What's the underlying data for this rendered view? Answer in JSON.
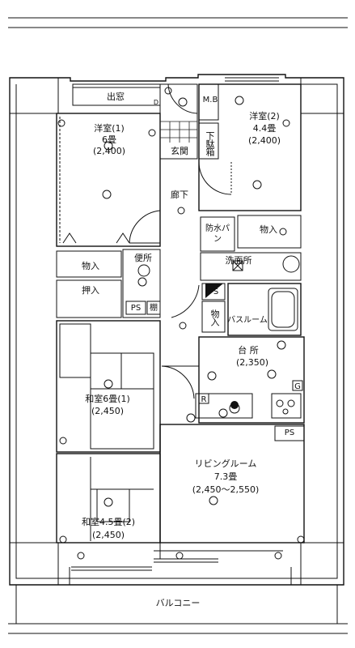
{
  "colors": {
    "line": "#111111",
    "background": "#ffffff",
    "tile": "#222222"
  },
  "rooms": {
    "demado": "出窓",
    "mb": "M.B",
    "western1": {
      "name": "洋室(1)",
      "size": "6畳",
      "dim": "(2,400)"
    },
    "western2": {
      "name": "洋室(2)",
      "size": "4.4畳",
      "dim": "(2,400)"
    },
    "shoebox": "下駄箱",
    "genkan": "玄関",
    "hallway": "廊下",
    "storage_right": "物入",
    "bouso_pan": "防水パン",
    "senmenjo": "洗面所",
    "storage_left": "物入",
    "toilet": "便所",
    "oshiire": "押入",
    "ps_left": "PS",
    "tana": "棚",
    "ps_mid": "PS",
    "storage_mid": "物入",
    "bathroom": "バスルーム",
    "kitchen": {
      "name": "台 所",
      "dim": "(2,350)"
    },
    "washitsu1": {
      "name": "和室6畳(1)",
      "dim": "(2,450)"
    },
    "washitsu2": {
      "name": "和室4.5畳(2)",
      "dim": "(2,450)"
    },
    "living": {
      "name": "リビングルーム",
      "size": "7.3畳",
      "dim": "(2,450〜2,550)"
    },
    "ps_kitchen": "PS",
    "g_mark": "G",
    "r_mark": "R",
    "d_mark": "D",
    "balcony": "バルコニー"
  }
}
